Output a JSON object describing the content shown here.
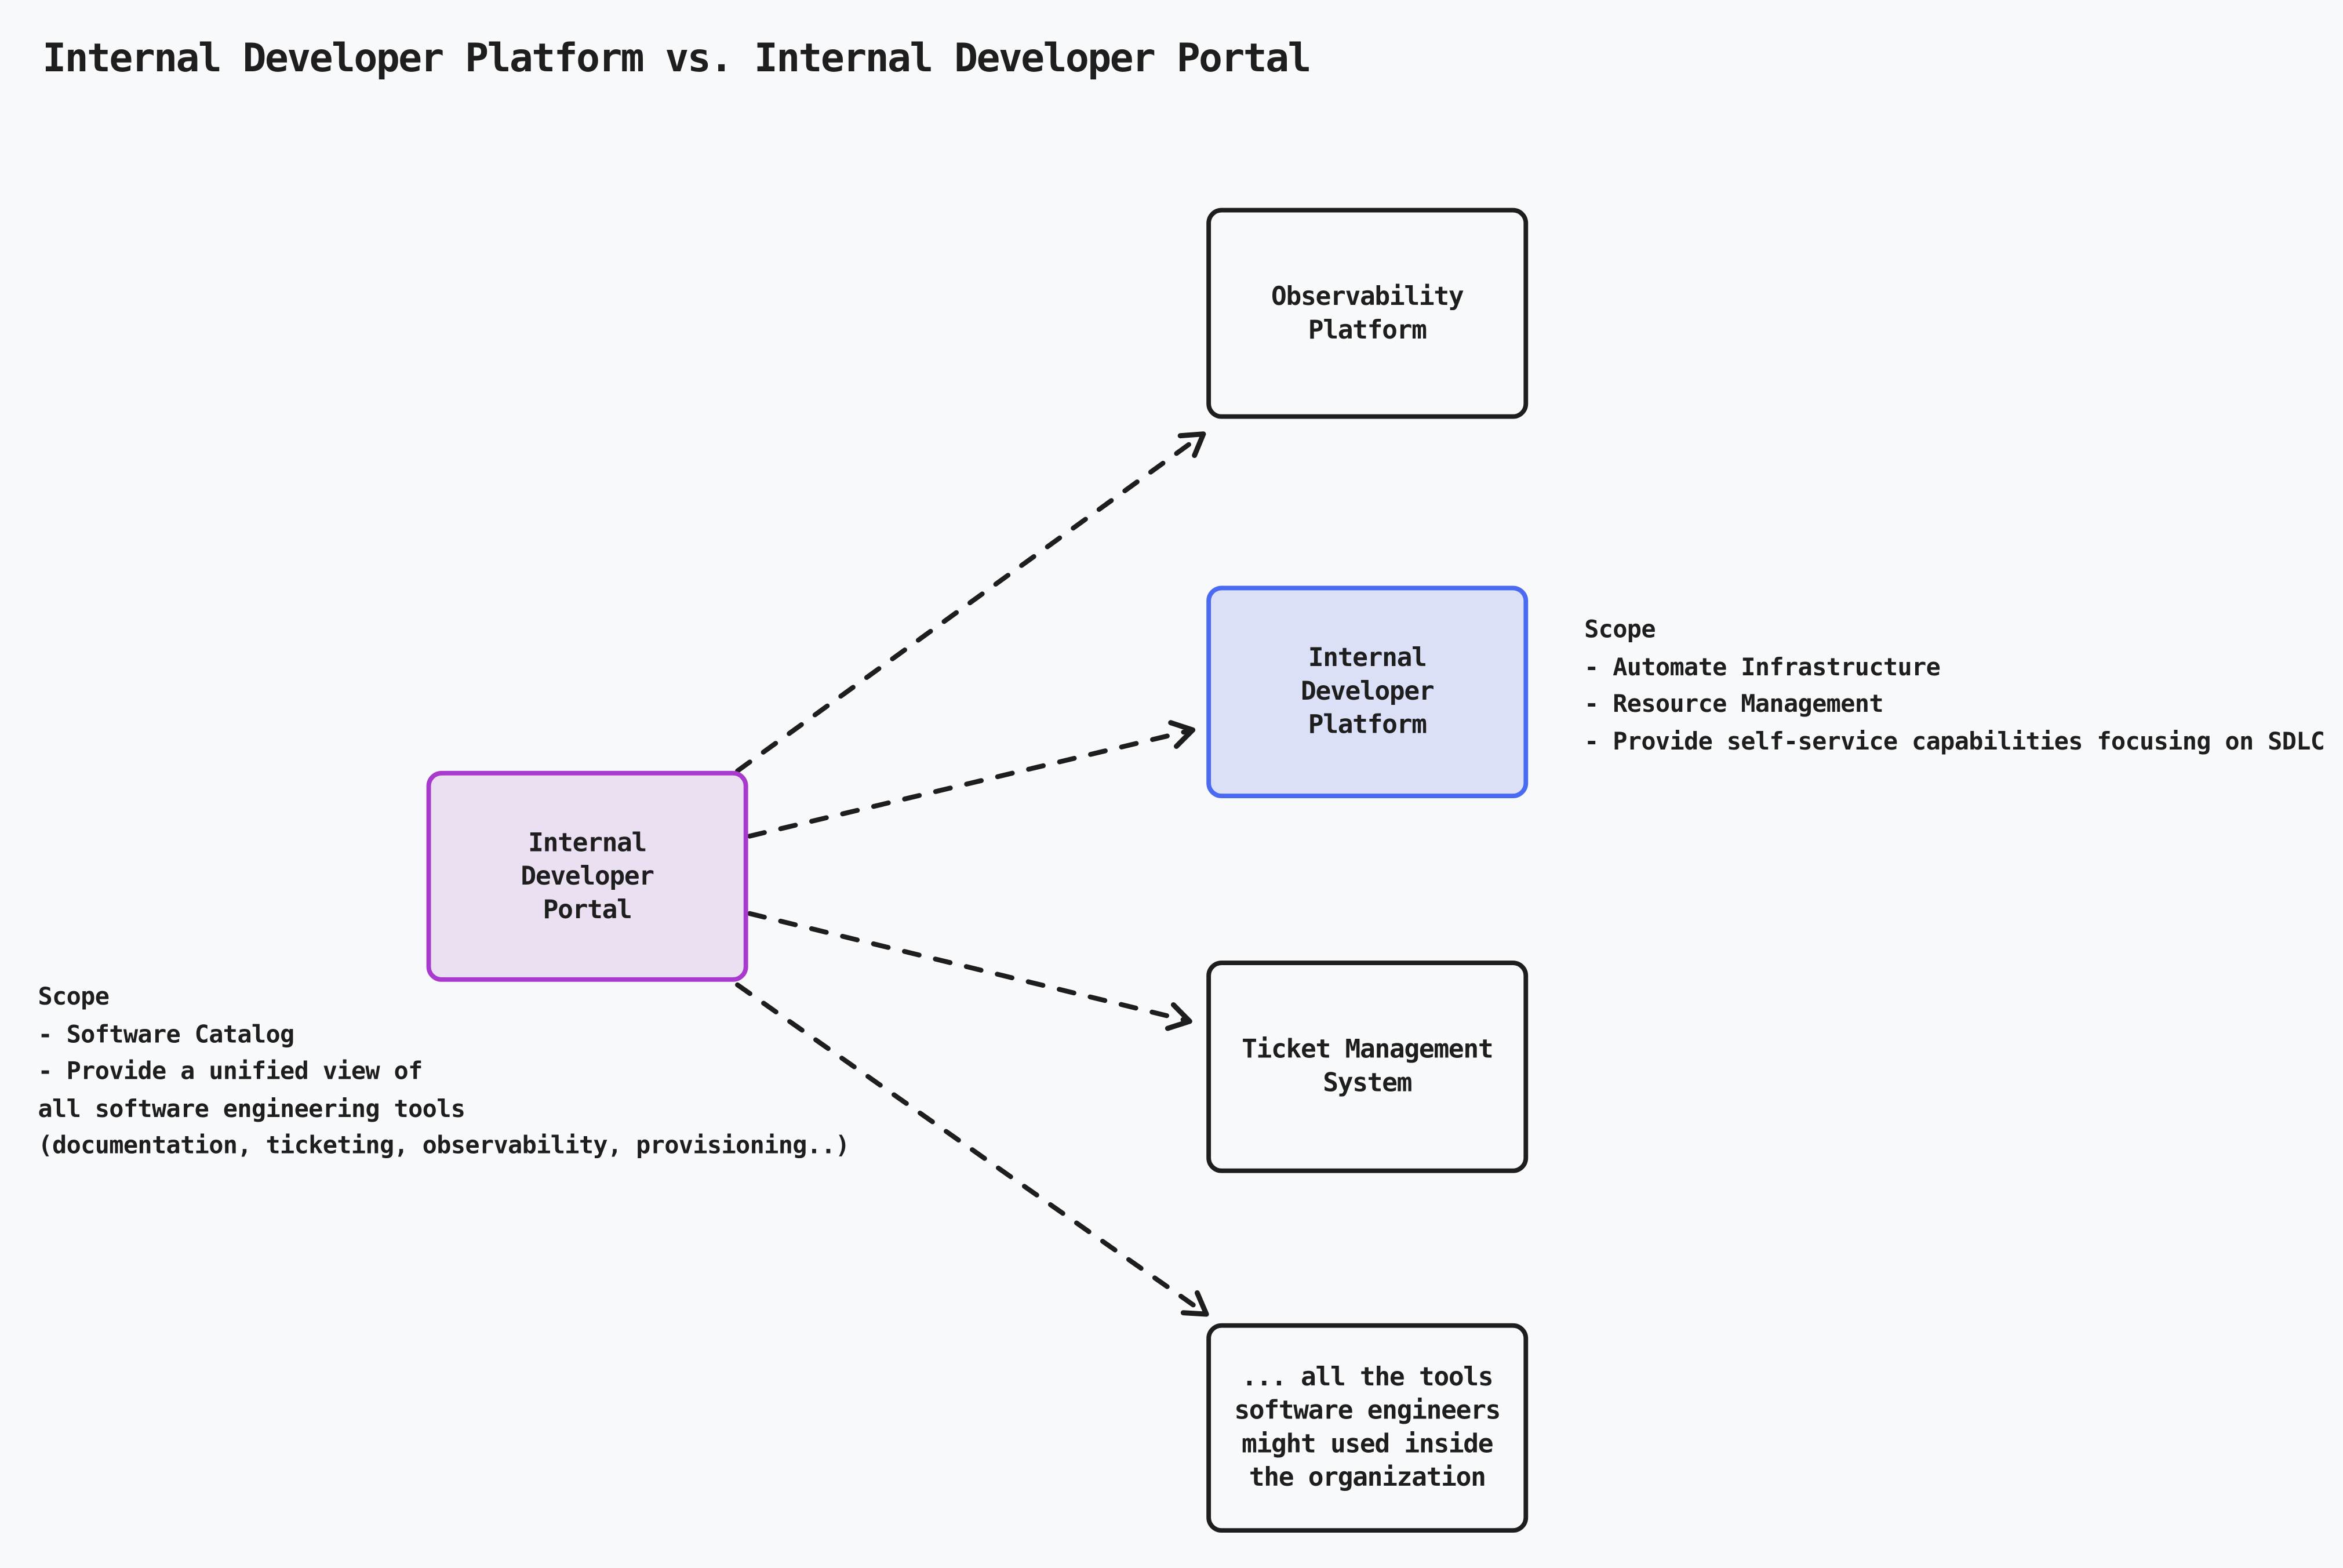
{
  "title": "Internal Developer Platform vs. Internal Developer Portal",
  "palette": {
    "background": "#f8f9fa",
    "ink": "#1e1e1e",
    "portal_border": "#a83ace",
    "portal_fill": "#ebdff2",
    "platform_border": "#4a6af2",
    "platform_fill": "#dbe0f7"
  },
  "portal": {
    "label": "Internal\nDeveloper\nPortal",
    "scope_note": "Scope\n- Software Catalog\n- Provide a unified view of\nall software engineering tools\n(documentation, ticketing, observability, provisioning..)"
  },
  "platforms": [
    {
      "id": "observability-platform",
      "label": "Observability\nPlatform"
    },
    {
      "id": "internal-developer-platform",
      "label": "Internal\nDeveloper\nPlatform",
      "scope_note": "Scope\n- Automate Infrastructure\n- Resource Management\n- Provide self-service capabilities focusing on SDLC"
    },
    {
      "id": "ticket-management-system",
      "label": "Ticket Management\nSystem"
    },
    {
      "id": "all-tools",
      "label": "... all the tools\nsoftware engineers\nmight used inside\nthe organization"
    }
  ],
  "connections": [
    {
      "from": "Internal Developer Portal",
      "to": "Observability Platform",
      "style": "dashed-arrow"
    },
    {
      "from": "Internal Developer Portal",
      "to": "Internal Developer Platform",
      "style": "dashed-arrow"
    },
    {
      "from": "Internal Developer Portal",
      "to": "Ticket Management System",
      "style": "dashed-arrow"
    },
    {
      "from": "Internal Developer Portal",
      "to": "... all the tools software engineers might used inside the organization",
      "style": "dashed-arrow"
    }
  ]
}
